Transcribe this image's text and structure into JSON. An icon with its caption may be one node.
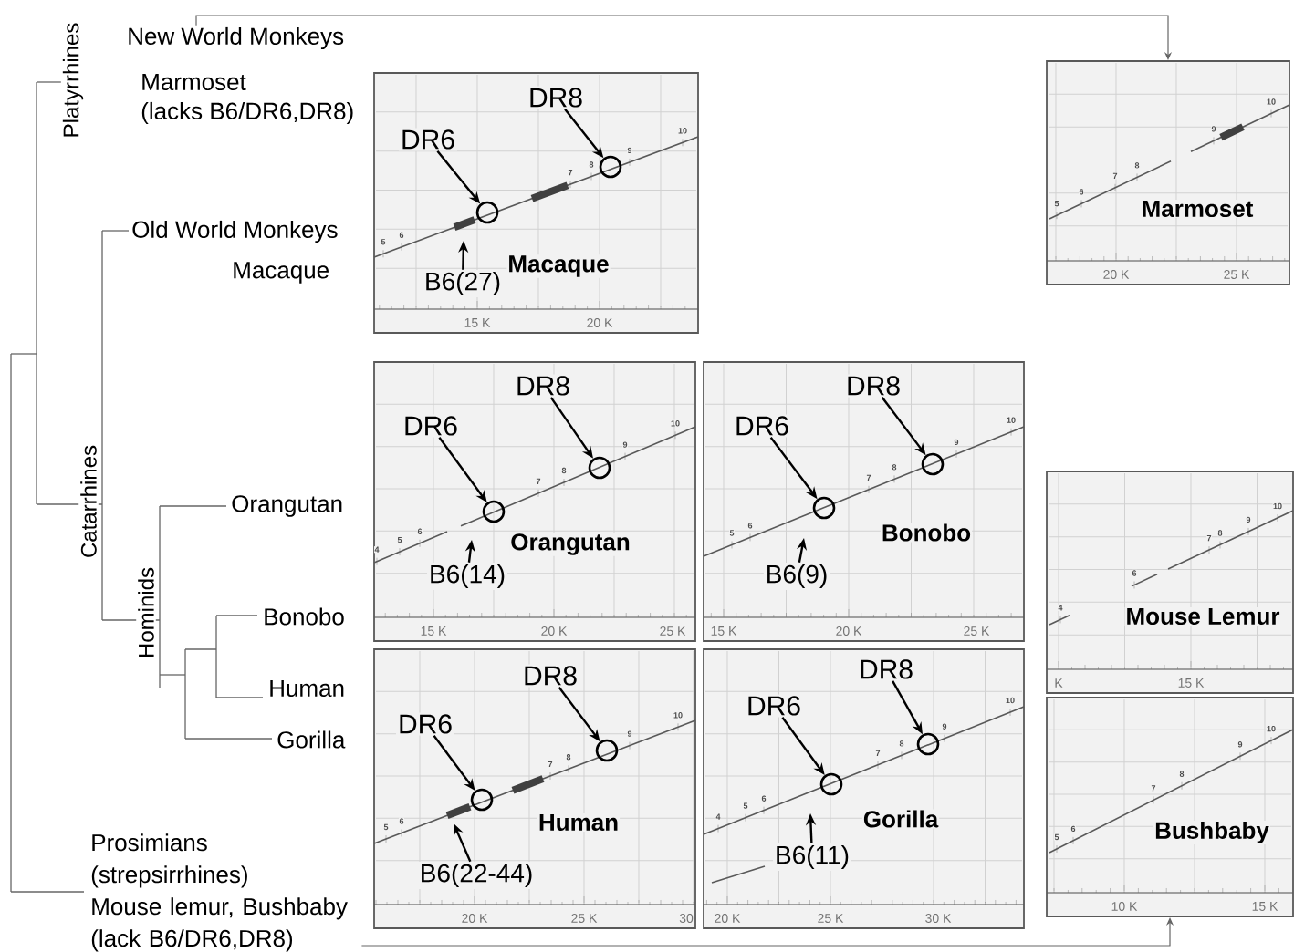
{
  "diagram": {
    "nodes": [
      {
        "text": [
          "New World Monkeys"
        ]
      },
      {
        "text": [
          "Marmoset"
        ]
      },
      {
        "text": [
          "Macaque"
        ]
      },
      {
        "text": [
          "DR6"
        ],
        "in": 2
      },
      {
        "text": [
          "DR8"
        ],
        "in": 2
      },
      {
        "text": [
          "B6(27)"
        ],
        "in": 2
      },
      {
        "text": [],
        "shape": "circle",
        "in": 2
      },
      {
        "text": [],
        "shape": "circle",
        "in": 2
      },
      {
        "text": [
          "Orangutan"
        ]
      },
      {
        "text": [
          "DR6"
        ],
        "in": 8
      },
      {
        "text": [
          "DR8"
        ],
        "in": 8
      },
      {
        "text": [
          "B6(14)"
        ],
        "in": 8
      },
      {
        "text": [],
        "shape": "circle",
        "in": 8
      },
      {
        "text": [],
        "shape": "circle",
        "in": 8
      },
      {
        "text": [
          "Bonobo"
        ]
      },
      {
        "text": [
          "DR6"
        ],
        "in": 14
      },
      {
        "text": [
          "DR8"
        ],
        "in": 14
      },
      {
        "text": [
          "B6(9)"
        ],
        "in": 14
      },
      {
        "text": [],
        "shape": "circle",
        "in": 14
      },
      {
        "text": [],
        "shape": "circle",
        "in": 14
      },
      {
        "text": [
          "Mouse Lemur"
        ]
      },
      {
        "text": [
          "Human"
        ]
      },
      {
        "text": [
          "DR6"
        ],
        "in": 21
      },
      {
        "text": [
          "DR8"
        ],
        "in": 21
      },
      {
        "text": [
          "B6(22-44)"
        ],
        "in": 21
      },
      {
        "text": [],
        "shape": "circle",
        "in": 21
      },
      {
        "text": [],
        "shape": "circle",
        "in": 21
      },
      {
        "text": [
          "Gorilla"
        ]
      },
      {
        "text": [
          "DR6"
        ],
        "in": 27
      },
      {
        "text": [
          "DR8"
        ],
        "in": 27
      },
      {
        "text": [
          "B6(11)"
        ],
        "in": 27
      },
      {
        "text": [],
        "shape": "circle",
        "in": 27
      },
      {
        "text": [],
        "shape": "circle",
        "in": 27
      },
      {
        "text": [
          "Bushbaby"
        ]
      },
      {
        "text": [
          "Prosimians (strepsirrhines)",
          "Mouse lemur, Bushbaby (lack B6/DR6,DR8)"
        ]
      }
    ],
    "edges": [
      {
        "from": 0,
        "to": 1,
        "arrow": "to",
        "color": "#666666"
      },
      {
        "from": 34,
        "to": 33,
        "arrow": "to",
        "color": "#666666"
      },
      {
        "from": 3,
        "to": 6,
        "arrow": "to"
      },
      {
        "from": 4,
        "to": 7,
        "arrow": "to"
      },
      {
        "from": 5,
        "to": null,
        "arrow": "to"
      },
      {
        "from": 9,
        "to": 12,
        "arrow": "to"
      },
      {
        "from": 10,
        "to": 13,
        "arrow": "to"
      },
      {
        "from": 11,
        "to": null,
        "arrow": "to"
      },
      {
        "from": 15,
        "to": 18,
        "arrow": "to"
      },
      {
        "from": 16,
        "to": 19,
        "arrow": "to"
      },
      {
        "from": 17,
        "to": null,
        "arrow": "to"
      },
      {
        "from": 22,
        "to": 25,
        "arrow": "to"
      },
      {
        "from": 23,
        "to": 26,
        "arrow": "to"
      },
      {
        "from": 24,
        "to": null,
        "arrow": "to"
      },
      {
        "from": 28,
        "to": 31,
        "arrow": "to"
      },
      {
        "from": 29,
        "to": 32,
        "arrow": "to"
      },
      {
        "from": 30,
        "to": null,
        "arrow": "to"
      }
    ],
    "labels": [
      "Platyrrhines",
      "Marmoset",
      "(lacks B6/DR6,DR8)",
      "Old World Monkeys",
      "Macaque",
      "Catarrhines",
      "Orangutan",
      "Hominids",
      "Bonobo",
      "Human",
      "Gorilla",
      "5",
      "6",
      "7",
      "8",
      "9",
      "10",
      "20 K",
      "25 K",
      "5",
      "6",
      "7",
      "8",
      "9",
      "10",
      "15 K",
      "20 K",
      "4",
      "5",
      "6",
      "7",
      "8",
      "9",
      "10",
      "15 K",
      "20 K",
      "25 K",
      "5",
      "6",
      "7",
      "8",
      "9",
      "10",
      "15 K",
      "20 K",
      "25 K",
      "4",
      "6",
      "7",
      "8",
      "9",
      "10",
      "K",
      "15 K",
      "5",
      "6",
      "7",
      "8",
      "9",
      "10",
      "20 K",
      "25 K",
      "30",
      "4",
      "5",
      "6",
      "7",
      "8",
      "9",
      "10",
      "20 K",
      "25 K",
      "30 K",
      "5",
      "6",
      "7",
      "8",
      "9",
      "10",
      "10 K",
      "15 K"
    ]
  }
}
